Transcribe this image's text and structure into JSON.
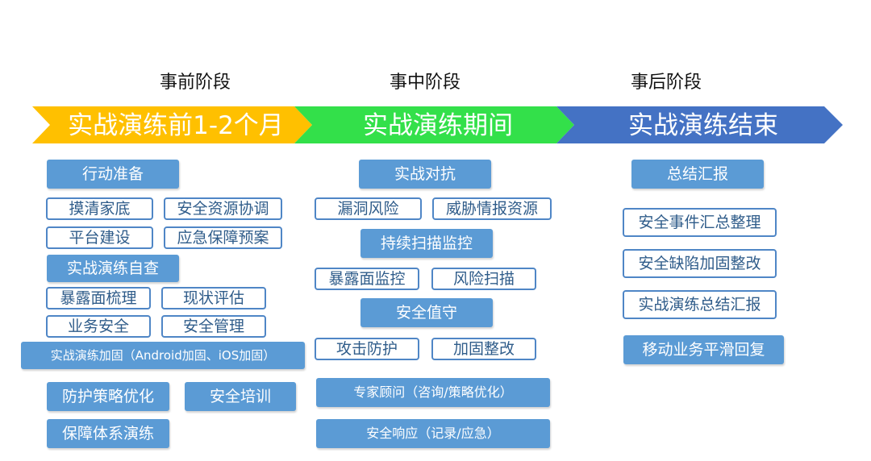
{
  "phases": [
    {
      "title": "事前阶段",
      "banner": "实战演练前1-2个月",
      "color": "#ffc000"
    },
    {
      "title": "事中阶段",
      "banner": "实战演练期间",
      "color": "#33e04a"
    },
    {
      "title": "事后阶段",
      "banner": "实战演练结束",
      "color": "#4472c4"
    }
  ],
  "before": {
    "prep": "行动准备",
    "assets": "摸清家底",
    "coord": "安全资源协调",
    "platform": "平台建设",
    "plan": "应急保障预案",
    "selfcheck": "实战演练自查",
    "exposure": "暴露面梳理",
    "status": "现状评估",
    "biz": "业务安全",
    "mgmt": "安全管理",
    "harden": "实战演练加固（Android加固、iOS加固）",
    "policy": "防护策略优化",
    "training": "安全培训",
    "system": "保障体系演练"
  },
  "during": {
    "confront": "实战对抗",
    "vuln": "漏洞风险",
    "intel": "威胁情报资源",
    "scan_mon": "持续扫描监控",
    "exposure_mon": "暴露面监控",
    "risk_scan": "风险扫描",
    "duty": "安全值守",
    "attack_def": "攻击防护",
    "fix": "加固整改",
    "expert": "专家顾问（咨询/策略优化）",
    "response": "安全响应（记录/应急）"
  },
  "after": {
    "summary": "总结汇报",
    "events": "安全事件汇总整理",
    "defects": "安全缺陷加固整改",
    "report": "实战演练总结汇报",
    "mobile": "移动业务平滑回复"
  }
}
